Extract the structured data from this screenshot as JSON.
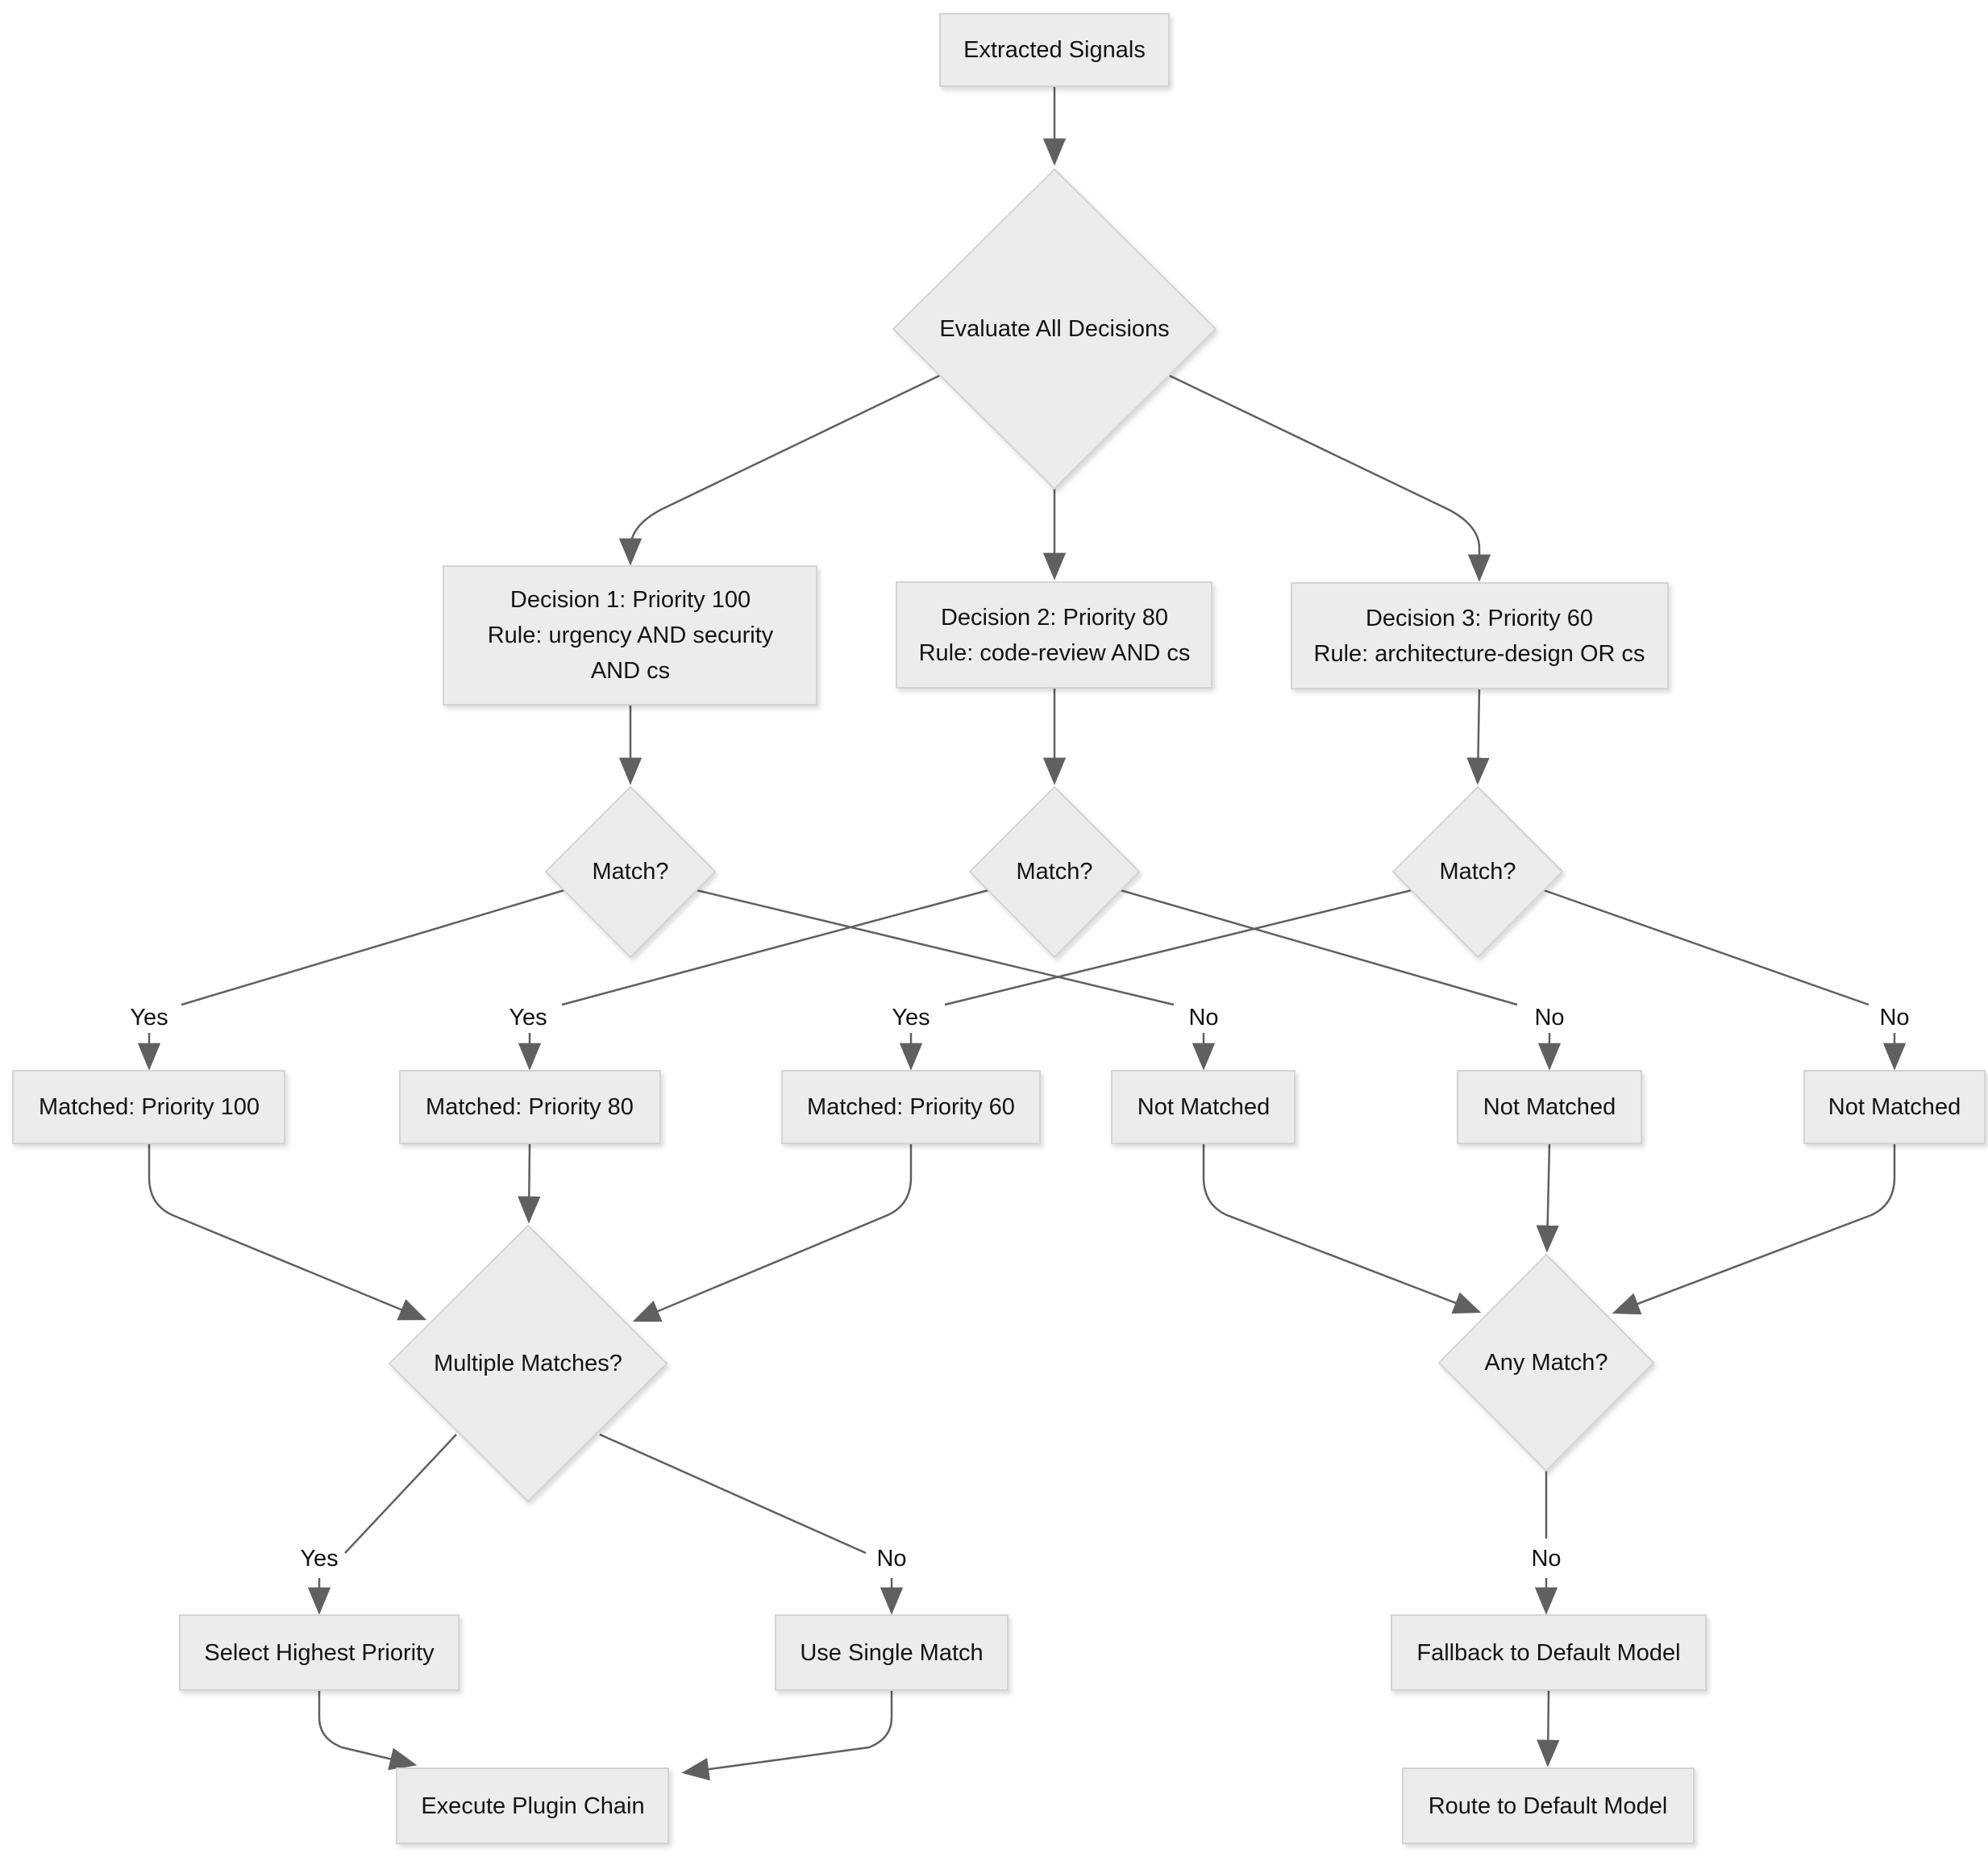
{
  "diagram": {
    "type": "flowchart",
    "palette": {
      "background": "#ffffff",
      "node_fill": "#ececec",
      "node_border": "#d4d4d4",
      "edge_color": "#606060",
      "text_color": "#141414"
    },
    "nodes": {
      "extracted_signals": {
        "label": "Extracted Signals"
      },
      "evaluate_all": {
        "label": "Evaluate All Decisions"
      },
      "decision1": {
        "line1": "Decision 1: Priority 100",
        "line2": "Rule: urgency AND security",
        "line3": "AND cs"
      },
      "decision2": {
        "line1": "Decision 2: Priority 80",
        "line2": "Rule: code-review AND cs"
      },
      "decision3": {
        "line1": "Decision 3: Priority 60",
        "line2": "Rule: architecture-design OR cs"
      },
      "match1": {
        "label": "Match?"
      },
      "match2": {
        "label": "Match?"
      },
      "match3": {
        "label": "Match?"
      },
      "matched_100": {
        "label": "Matched: Priority 100"
      },
      "matched_80": {
        "label": "Matched: Priority 80"
      },
      "matched_60": {
        "label": "Matched: Priority 60"
      },
      "not_matched_1": {
        "label": "Not Matched"
      },
      "not_matched_2": {
        "label": "Not Matched"
      },
      "not_matched_3": {
        "label": "Not Matched"
      },
      "multiple_matches": {
        "label": "Multiple Matches?"
      },
      "any_match": {
        "label": "Any Match?"
      },
      "select_highest": {
        "label": "Select Highest Priority"
      },
      "use_single": {
        "label": "Use Single Match"
      },
      "fallback_default": {
        "label": "Fallback to Default Model"
      },
      "execute_chain": {
        "label": "Execute Plugin Chain"
      },
      "route_default": {
        "label": "Route to Default Model"
      }
    },
    "edge_labels": {
      "match1_yes": "Yes",
      "match2_yes": "Yes",
      "match3_yes": "Yes",
      "match1_no": "No",
      "match2_no": "No",
      "match3_no": "No",
      "multiple_yes": "Yes",
      "multiple_no": "No",
      "any_no": "No"
    }
  }
}
